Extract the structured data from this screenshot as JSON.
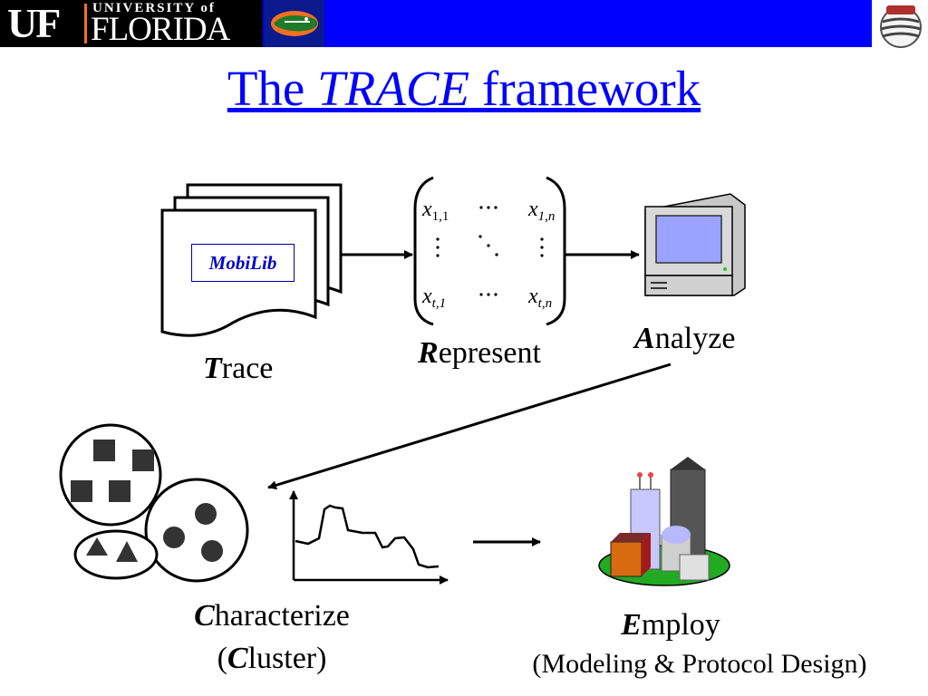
{
  "header": {
    "uf_letters": "UF",
    "university_of": "UNIVERSITY of",
    "florida": "FLORIDA"
  },
  "title": {
    "part1": "The ",
    "italic": "TRACE",
    "part2": " framework"
  },
  "trace": {
    "box_label": "MobiLib",
    "initial": "T",
    "rest": "race"
  },
  "represent": {
    "initial": "R",
    "rest": "epresent",
    "matrix": {
      "x": "x",
      "sub_11": "1,1",
      "sub_1n": "1,n",
      "sub_t1": "t,1",
      "sub_tn": "t,n"
    }
  },
  "analyze": {
    "initial": "A",
    "rest": "nalyze"
  },
  "characterize": {
    "initial": "C",
    "rest": "haracterize",
    "paren_open": "(",
    "cluster_initial": "C",
    "cluster_rest": "luster)"
  },
  "employ": {
    "initial": "E",
    "rest": "mploy",
    "subtitle": "(Modeling & Protocol Design)"
  },
  "colors": {
    "banner": "#0000ff",
    "title": "#0000ff",
    "mobilib": "#0000cc"
  }
}
